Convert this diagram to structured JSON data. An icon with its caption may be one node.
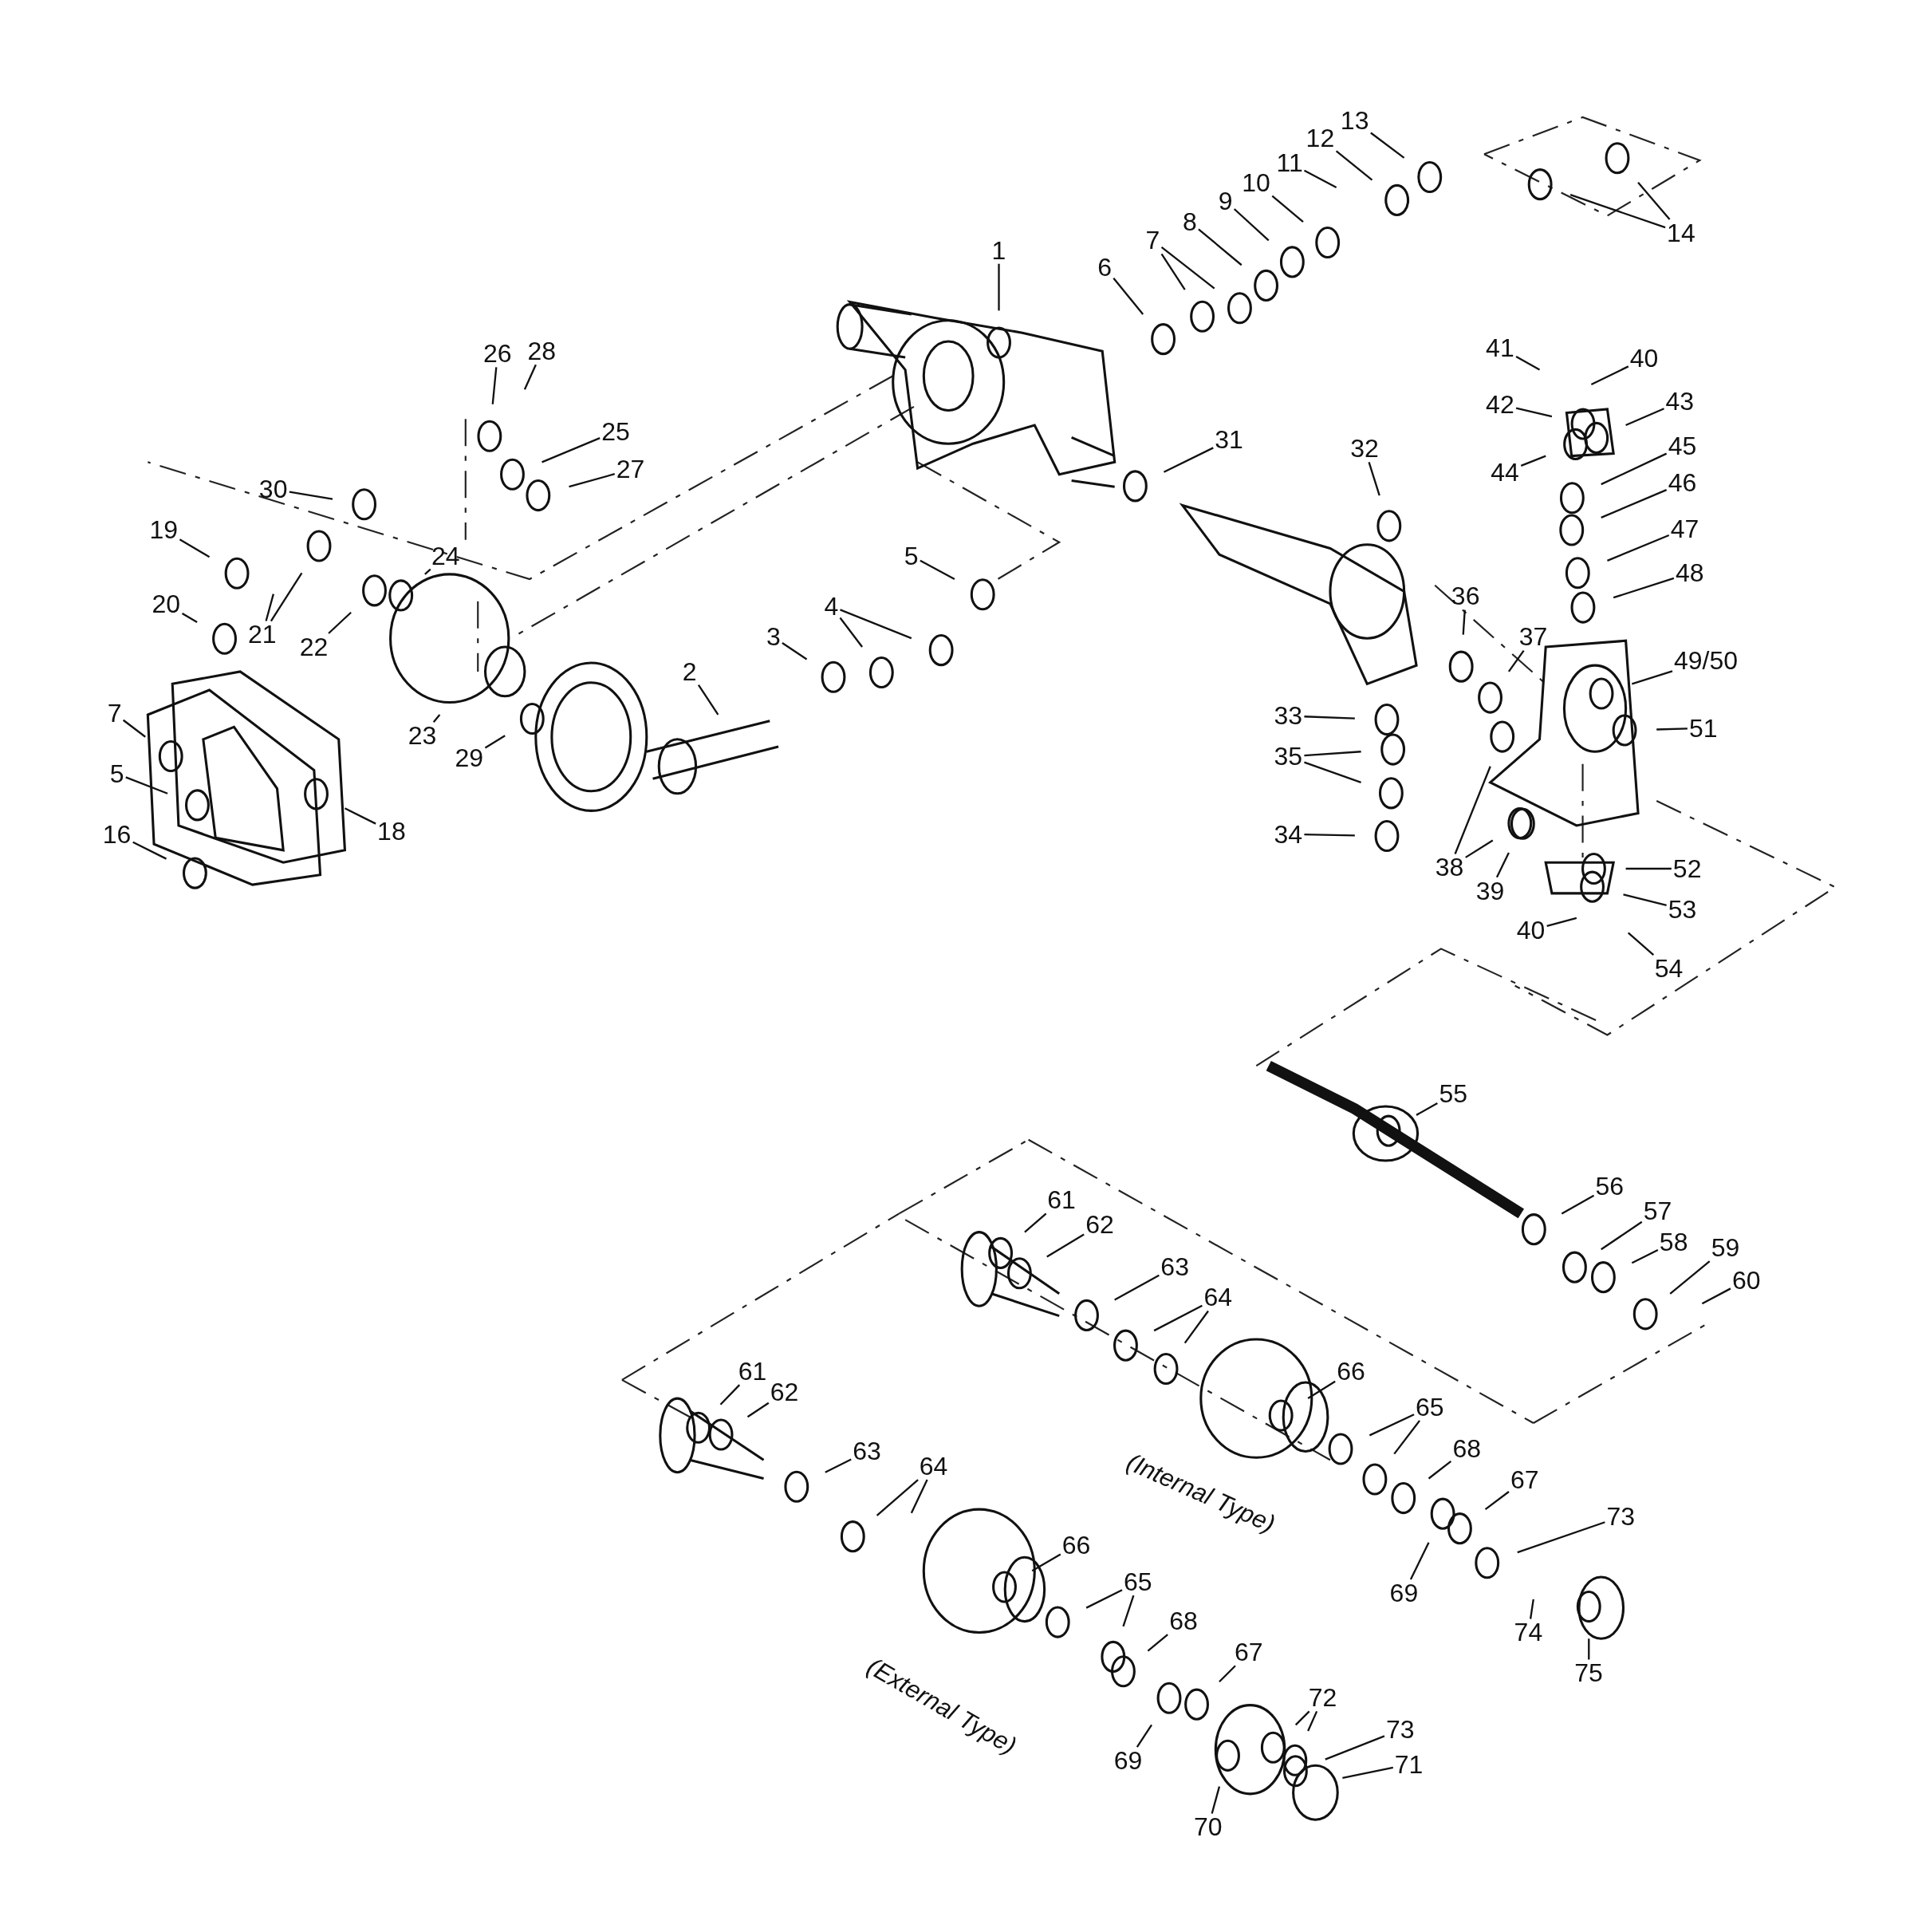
{
  "diagram": {
    "nodes": [
      {
        "text": [
          "13"
        ]
      },
      {
        "text": [
          "12"
        ]
      },
      {
        "text": [
          "11"
        ]
      },
      {
        "text": [
          "10"
        ]
      },
      {
        "text": [
          "9"
        ]
      },
      {
        "text": [
          "8"
        ]
      },
      {
        "text": [
          "7"
        ]
      },
      {
        "text": [
          "6"
        ]
      },
      {
        "text": [
          "1"
        ]
      },
      {
        "text": [
          "14"
        ]
      },
      {
        "text": [
          "41"
        ]
      },
      {
        "text": [
          "40"
        ]
      },
      {
        "text": [
          "28"
        ]
      },
      {
        "text": [
          "26"
        ]
      },
      {
        "text": [
          "43"
        ]
      },
      {
        "text": [
          "42"
        ]
      },
      {
        "text": [
          "25"
        ]
      },
      {
        "text": [
          "31"
        ]
      },
      {
        "text": [
          "45"
        ]
      },
      {
        "text": [
          "32"
        ]
      },
      {
        "text": [
          "27"
        ]
      },
      {
        "text": [
          "44"
        ]
      },
      {
        "text": [
          "46"
        ]
      },
      {
        "text": [
          "30"
        ]
      },
      {
        "text": [
          "47"
        ]
      },
      {
        "text": [
          "19"
        ]
      },
      {
        "text": [
          "5"
        ]
      },
      {
        "text": [
          "24"
        ]
      },
      {
        "text": [
          "48"
        ]
      },
      {
        "text": [
          "36"
        ]
      },
      {
        "text": [
          "20"
        ]
      },
      {
        "text": [
          "4"
        ]
      },
      {
        "text": [
          "21"
        ]
      },
      {
        "text": [
          "37"
        ]
      },
      {
        "text": [
          "3"
        ]
      },
      {
        "text": [
          "22"
        ]
      },
      {
        "text": [
          "49/50"
        ]
      },
      {
        "text": [
          "2"
        ]
      },
      {
        "text": [
          "7"
        ]
      },
      {
        "text": [
          "33"
        ]
      },
      {
        "text": [
          "51"
        ]
      },
      {
        "text": [
          "23"
        ]
      },
      {
        "text": [
          "35"
        ]
      },
      {
        "text": [
          "29"
        ]
      },
      {
        "text": [
          "5"
        ]
      },
      {
        "text": [
          "18"
        ]
      },
      {
        "text": [
          "16"
        ]
      },
      {
        "text": [
          "34"
        ]
      },
      {
        "text": [
          "38"
        ]
      },
      {
        "text": [
          "52"
        ]
      },
      {
        "text": [
          "39"
        ]
      },
      {
        "text": [
          "53"
        ]
      },
      {
        "text": [
          "40"
        ]
      },
      {
        "text": [
          "54"
        ]
      },
      {
        "text": [
          "55"
        ]
      },
      {
        "text": [
          "56"
        ]
      },
      {
        "text": [
          "61"
        ]
      },
      {
        "text": [
          "57"
        ]
      },
      {
        "text": [
          "62"
        ]
      },
      {
        "text": [
          "58"
        ]
      },
      {
        "text": [
          "59"
        ]
      },
      {
        "text": [
          "63"
        ]
      },
      {
        "text": [
          "60"
        ]
      },
      {
        "text": [
          "64"
        ]
      },
      {
        "text": [
          "61"
        ]
      },
      {
        "text": [
          "66"
        ]
      },
      {
        "text": [
          "62"
        ]
      },
      {
        "text": [
          "65"
        ]
      },
      {
        "text": [
          "68"
        ]
      },
      {
        "text": [
          "63"
        ]
      },
      {
        "text": [
          "64"
        ]
      },
      {
        "text": [
          "67"
        ]
      },
      {
        "text": [
          "73"
        ]
      },
      {
        "text": [
          "66"
        ]
      },
      {
        "text": [
          "65"
        ]
      },
      {
        "text": [
          "69"
        ]
      },
      {
        "text": [
          "68"
        ]
      },
      {
        "text": [
          "74"
        ]
      },
      {
        "text": [
          "67"
        ]
      },
      {
        "text": [
          "75"
        ]
      },
      {
        "text": [
          "72"
        ]
      },
      {
        "text": [
          "73"
        ]
      },
      {
        "text": [
          "71"
        ]
      },
      {
        "text": [
          "69"
        ]
      },
      {
        "text": [
          "70"
        ]
      }
    ],
    "edges": [
      {
        "from": 0,
        "to": null,
        "arrow": "none"
      },
      {
        "from": 1,
        "to": null,
        "arrow": "none"
      },
      {
        "from": 2,
        "to": null,
        "arrow": "none"
      },
      {
        "from": 3,
        "to": null,
        "arrow": "none"
      },
      {
        "from": 4,
        "to": null,
        "arrow": "none"
      },
      {
        "from": 5,
        "to": null,
        "arrow": "none"
      },
      {
        "from": 6,
        "to": null,
        "arrow": "none"
      },
      {
        "from": 6,
        "to": null,
        "arrow": "none"
      },
      {
        "from": 7,
        "to": null,
        "arrow": "none"
      },
      {
        "from": 8,
        "to": null,
        "arrow": "none"
      },
      {
        "from": 9,
        "to": null,
        "arrow": "none"
      },
      {
        "from": 9,
        "to": null,
        "arrow": "none"
      },
      {
        "from": 10,
        "to": null,
        "arrow": "none"
      },
      {
        "from": 11,
        "to": null,
        "arrow": "none"
      },
      {
        "from": 12,
        "to": null,
        "arrow": "none"
      },
      {
        "from": 13,
        "to": null,
        "arrow": "none"
      },
      {
        "from": 14,
        "to": null,
        "arrow": "none"
      },
      {
        "from": 15,
        "to": null,
        "arrow": "none"
      },
      {
        "from": 16,
        "to": null,
        "arrow": "none"
      },
      {
        "from": 17,
        "to": null,
        "arrow": "none"
      },
      {
        "from": 18,
        "to": null,
        "arrow": "none"
      },
      {
        "from": 19,
        "to": null,
        "arrow": "none"
      },
      {
        "from": 20,
        "to": null,
        "arrow": "none"
      },
      {
        "from": 21,
        "to": null,
        "arrow": "none"
      },
      {
        "from": 22,
        "to": null,
        "arrow": "none"
      },
      {
        "from": 23,
        "to": null,
        "arrow": "none"
      },
      {
        "from": 24,
        "to": null,
        "arrow": "none"
      },
      {
        "from": 25,
        "to": null,
        "arrow": "none"
      },
      {
        "from": 26,
        "to": null,
        "arrow": "none"
      },
      {
        "from": 27,
        "to": null,
        "arrow": "none"
      },
      {
        "from": 28,
        "to": null,
        "arrow": "none"
      },
      {
        "from": 29,
        "to": null,
        "arrow": "none"
      },
      {
        "from": 30,
        "to": null,
        "arrow": "none"
      },
      {
        "from": 31,
        "to": null,
        "arrow": "none"
      },
      {
        "from": 31,
        "to": null,
        "arrow": "none"
      },
      {
        "from": 32,
        "to": null,
        "arrow": "none"
      },
      {
        "from": 32,
        "to": null,
        "arrow": "none"
      },
      {
        "from": 33,
        "to": null,
        "arrow": "none"
      },
      {
        "from": 34,
        "to": null,
        "arrow": "none"
      },
      {
        "from": 35,
        "to": null,
        "arrow": "none"
      },
      {
        "from": 36,
        "to": null,
        "arrow": "none"
      },
      {
        "from": 37,
        "to": null,
        "arrow": "none"
      },
      {
        "from": 38,
        "to": null,
        "arrow": "none"
      },
      {
        "from": 39,
        "to": null,
        "arrow": "none"
      },
      {
        "from": 40,
        "to": null,
        "arrow": "none"
      },
      {
        "from": 41,
        "to": null,
        "arrow": "none"
      },
      {
        "from": 42,
        "to": null,
        "arrow": "none"
      },
      {
        "from": 42,
        "to": null,
        "arrow": "none"
      },
      {
        "from": 43,
        "to": null,
        "arrow": "none"
      },
      {
        "from": 44,
        "to": null,
        "arrow": "none"
      },
      {
        "from": 45,
        "to": null,
        "arrow": "none"
      },
      {
        "from": 46,
        "to": null,
        "arrow": "none"
      },
      {
        "from": 47,
        "to": null,
        "arrow": "none"
      },
      {
        "from": 48,
        "to": null,
        "arrow": "none"
      },
      {
        "from": 48,
        "to": null,
        "arrow": "none"
      },
      {
        "from": 49,
        "to": null,
        "arrow": "none"
      },
      {
        "from": 50,
        "to": null,
        "arrow": "none"
      },
      {
        "from": 51,
        "to": null,
        "arrow": "none"
      },
      {
        "from": 52,
        "to": null,
        "arrow": "none"
      },
      {
        "from": 53,
        "to": null,
        "arrow": "none"
      },
      {
        "from": 54,
        "to": null,
        "arrow": "none"
      },
      {
        "from": 55,
        "to": null,
        "arrow": "none"
      },
      {
        "from": 56,
        "to": null,
        "arrow": "none"
      },
      {
        "from": 57,
        "to": null,
        "arrow": "none"
      },
      {
        "from": 58,
        "to": null,
        "arrow": "none"
      },
      {
        "from": 59,
        "to": null,
        "arrow": "none"
      },
      {
        "from": 60,
        "to": null,
        "arrow": "none"
      },
      {
        "from": 61,
        "to": null,
        "arrow": "none"
      },
      {
        "from": 62,
        "to": null,
        "arrow": "none"
      },
      {
        "from": 63,
        "to": null,
        "arrow": "none"
      },
      {
        "from": 63,
        "to": null,
        "arrow": "none"
      },
      {
        "from": 64,
        "to": null,
        "arrow": "none"
      },
      {
        "from": 65,
        "to": null,
        "arrow": "none"
      },
      {
        "from": 66,
        "to": null,
        "arrow": "none"
      },
      {
        "from": 67,
        "to": null,
        "arrow": "none"
      },
      {
        "from": 67,
        "to": null,
        "arrow": "none"
      },
      {
        "from": 68,
        "to": null,
        "arrow": "none"
      },
      {
        "from": 69,
        "to": null,
        "arrow": "none"
      },
      {
        "from": 70,
        "to": null,
        "arrow": "none"
      },
      {
        "from": 70,
        "to": null,
        "arrow": "none"
      },
      {
        "from": 71,
        "to": null,
        "arrow": "none"
      },
      {
        "from": 72,
        "to": null,
        "arrow": "none"
      },
      {
        "from": 73,
        "to": null,
        "arrow": "none"
      },
      {
        "from": 74,
        "to": null,
        "arrow": "none"
      },
      {
        "from": 74,
        "to": null,
        "arrow": "none"
      },
      {
        "from": 75,
        "to": null,
        "arrow": "none"
      },
      {
        "from": 76,
        "to": null,
        "arrow": "none"
      },
      {
        "from": 77,
        "to": null,
        "arrow": "none"
      },
      {
        "from": 78,
        "to": null,
        "arrow": "none"
      },
      {
        "from": 79,
        "to": null,
        "arrow": "none"
      },
      {
        "from": 80,
        "to": null,
        "arrow": "none"
      },
      {
        "from": 80,
        "to": null,
        "arrow": "none"
      },
      {
        "from": 81,
        "to": null,
        "arrow": "none"
      },
      {
        "from": 82,
        "to": null,
        "arrow": "none"
      },
      {
        "from": 83,
        "to": null,
        "arrow": "none"
      },
      {
        "from": 84,
        "to": null,
        "arrow": "none"
      }
    ],
    "labels": [
      "(Internal Type)",
      "(External Type)"
    ]
  }
}
